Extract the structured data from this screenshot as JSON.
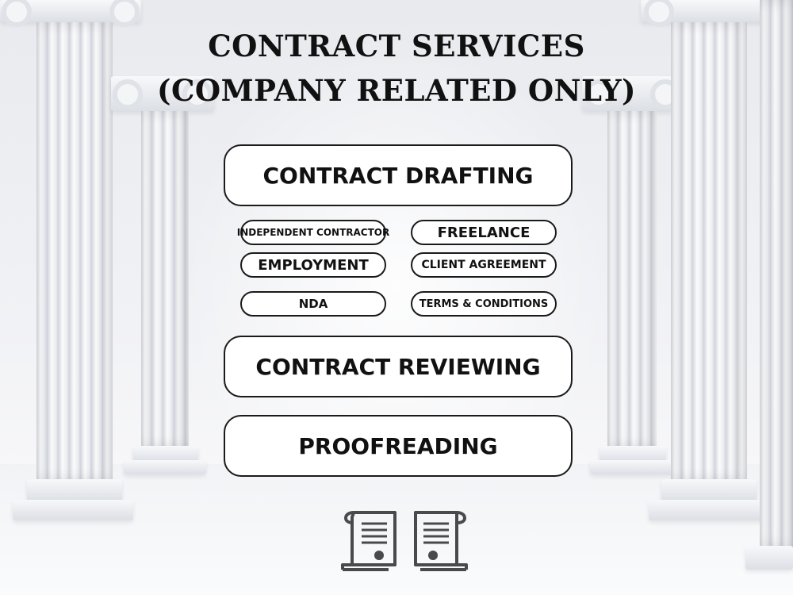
{
  "page": {
    "title_line1": "CONTRACT SERVICES",
    "title_line2": "(COMPANY RELATED ONLY)"
  },
  "services": {
    "drafting": "CONTRACT DRAFTING",
    "drafting_types": [
      "INDEPENDENT CONTRACTOR",
      "FREELANCE",
      "EMPLOYMENT",
      "CLIENT AGREEMENT",
      "NDA",
      "TERMS & CONDITIONS"
    ],
    "reviewing": "CONTRACT REVIEWING",
    "proofreading": "PROOFREADING"
  },
  "icons": {
    "footer": "contract-scrolls-icon"
  },
  "colors": {
    "text": "#111111",
    "pill_border": "#1a1a1a",
    "pill_fill": "#ffffff",
    "icon": "#4a4a4a"
  }
}
